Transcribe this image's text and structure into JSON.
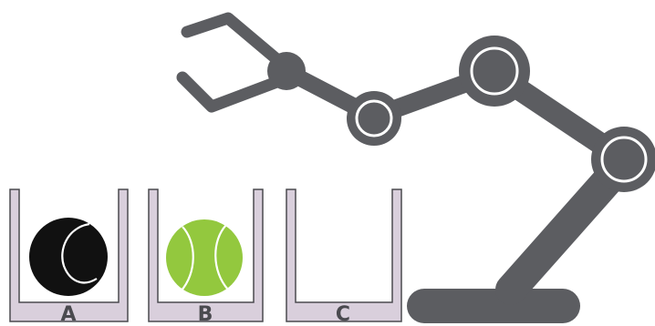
{
  "colors": {
    "background": "#ffffff",
    "arm": "#5c5d61",
    "joint_ring": "#ffffff",
    "bin_fill": "#d9cfdc",
    "bin_outline": "#4a4a4f",
    "label_text": "#4a4a4f",
    "black_ball": "#111111",
    "tennis_ball": "#93c83e",
    "ball_seam": "#ffffff"
  },
  "bins": [
    {
      "label": "A",
      "contents": "black-ball"
    },
    {
      "label": "B",
      "contents": "tennis-ball"
    },
    {
      "label": "C",
      "contents": "empty"
    }
  ],
  "robot_arm": {
    "gripper": "open",
    "joints": 4
  }
}
